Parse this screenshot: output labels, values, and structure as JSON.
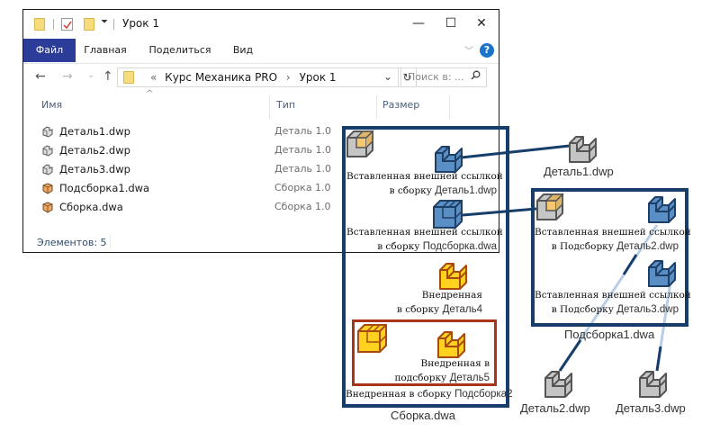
{
  "explorer": {
    "title": "Урок 1",
    "window_controls": {
      "minimize": "—",
      "maximize": "☐",
      "close": "✕"
    },
    "ribbon_tabs": [
      "Файл",
      "Главная",
      "Поделиться",
      "Вид"
    ],
    "help": "?",
    "nav": {
      "back": "←",
      "forward": "→",
      "recent": "⌄",
      "up": "↑"
    },
    "address": {
      "prefix": "«",
      "path": [
        "Курс Механика PRO",
        "Урок 1"
      ],
      "separator": "›",
      "dropdown": "⌄",
      "refresh": "↻"
    },
    "search": {
      "placeholder": "Поиск в: ...",
      "icon": "⚲"
    },
    "columns": [
      "Имя",
      "Тип",
      "Размер"
    ],
    "files": [
      {
        "name": "Деталь1.dwp",
        "type": "Деталь 1.0",
        "icon": "part-icon"
      },
      {
        "name": "Деталь2.dwp",
        "type": "Деталь 1.0",
        "icon": "part-icon"
      },
      {
        "name": "Деталь3.dwp",
        "type": "Деталь 1.0",
        "icon": "part-icon"
      },
      {
        "name": "Подсборка1.dwa",
        "type": "Сборка 1.0",
        "icon": "assembly-icon"
      },
      {
        "name": "Сборка.dwa",
        "type": "Сборка 1.0",
        "icon": "assembly-icon"
      }
    ],
    "status": "Элементов: 5"
  },
  "diagram": {
    "colors": {
      "frame": "#163e6b",
      "subframe_embedded": "#a8341b",
      "external_part": "#5a8fc6",
      "embedded_part": "#ffd21f",
      "file_part": "#c4c4c4",
      "link": "#163e6b",
      "link_light": "#b9cde6"
    },
    "assembly": {
      "caption": "Сборка.dwa",
      "items": [
        {
          "line1": "Вставленная внешней ссылкой",
          "line2_serif": "в сборку",
          "line2_sans": "Деталь1.dwp",
          "kind": "external-part"
        },
        {
          "line1": "Вставленная внешней ссылкой",
          "line2_serif": "в сборку",
          "line2_sans": "Подсборка.dwa",
          "kind": "external-assembly"
        },
        {
          "line1": "Внедренная",
          "line2_serif": "в сборку",
          "line2_sans": "Деталь4",
          "kind": "embedded-part"
        }
      ],
      "embedded_subassembly": {
        "inner_line1": "Внедренная  в",
        "inner_line2_serif": "подсборку",
        "inner_line2_sans": "Деталь5",
        "outer_serif": "Внедренная  в сборку",
        "outer_sans": "Подсборка2"
      }
    },
    "subassembly": {
      "caption": "Подсборка1.dwa",
      "items": [
        {
          "line1": "Вставленная внешней ссылкой",
          "line2_serif": "в Подсборку",
          "line2_sans": "Деталь2.dwp"
        },
        {
          "line1": "Вставленная внешней ссылкой",
          "line2_serif": "в Подсборку",
          "line2_sans": "Деталь3.dwp"
        }
      ]
    },
    "files": [
      "Деталь1.dwp",
      "Деталь2.dwp",
      "Деталь3.dwp"
    ]
  }
}
